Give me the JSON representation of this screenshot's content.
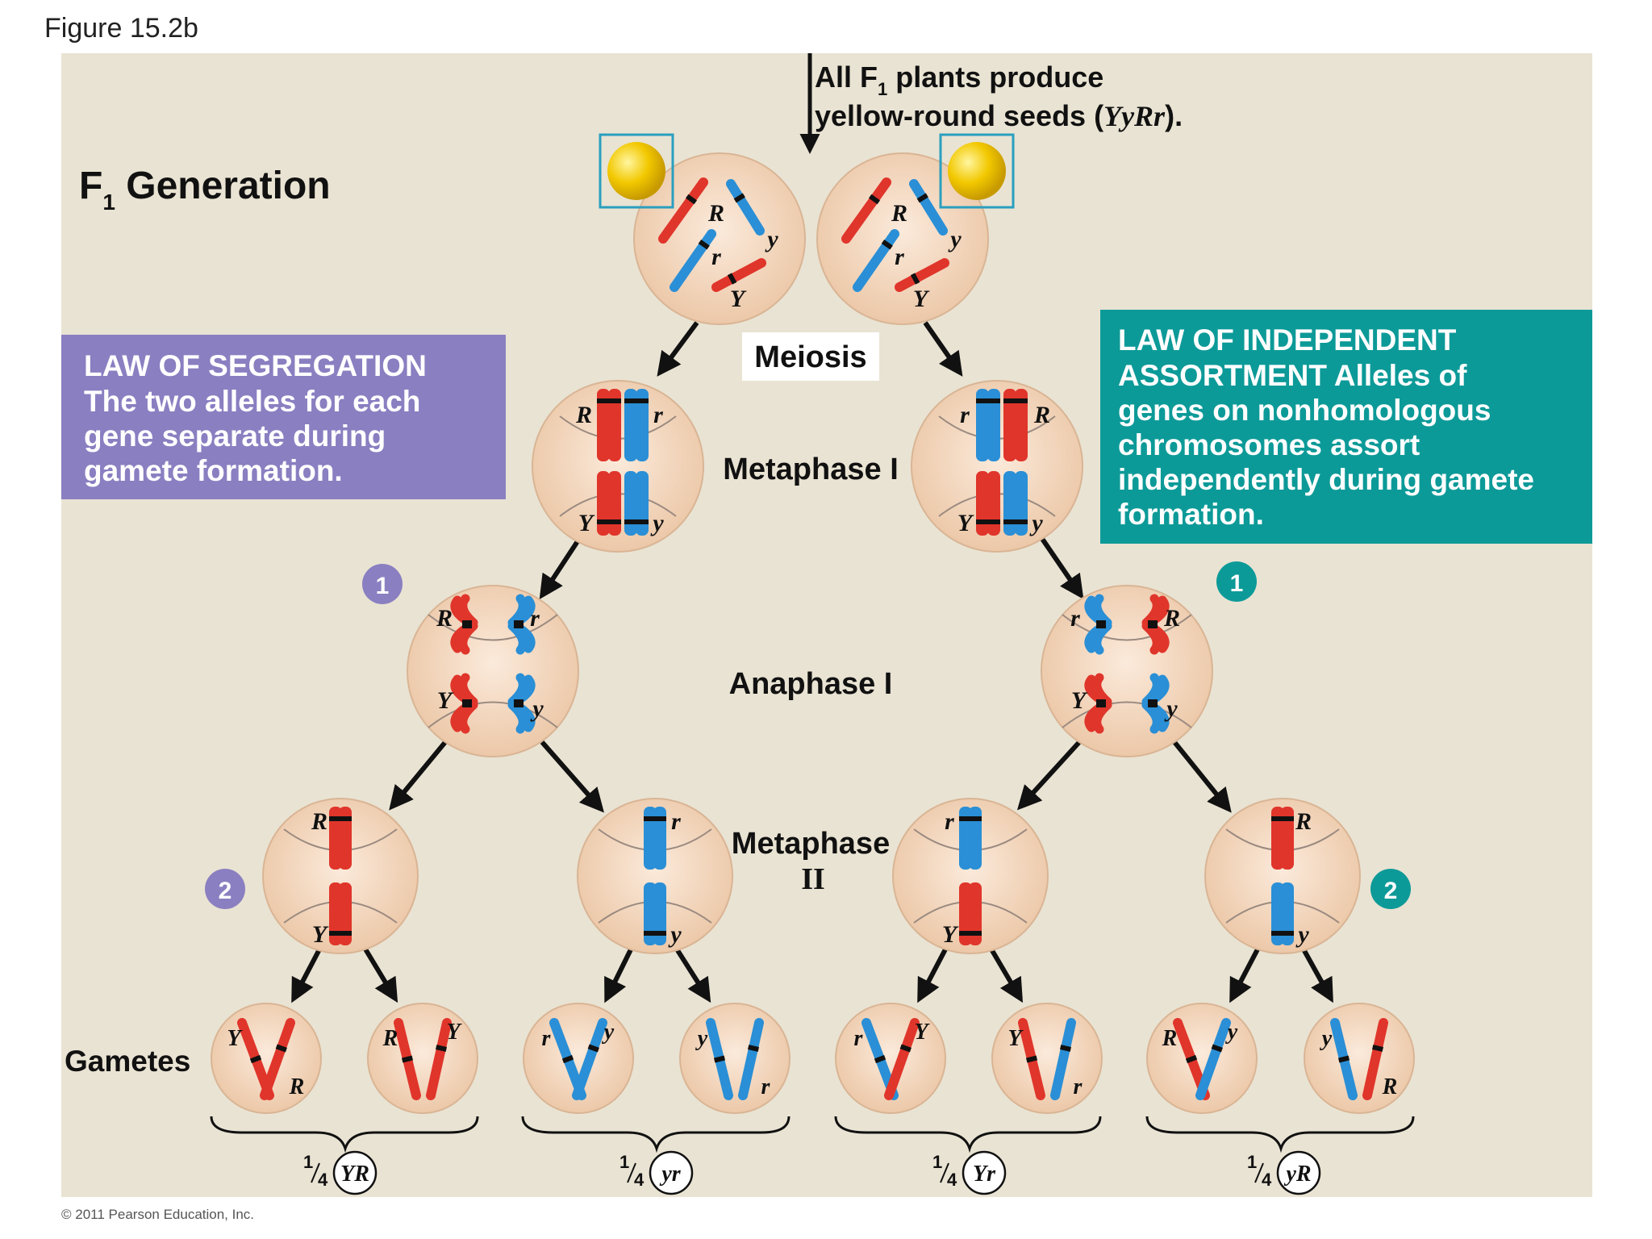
{
  "figure_label": "Figure 15.2b",
  "generation_title": "F",
  "generation_sub": "1",
  "generation_rest": " Generation",
  "top_note_line1_a": "All F",
  "top_note_line1_sub": "1",
  "top_note_line1_b": " plants produce",
  "top_note_line2_a": "yellow-round seeds (",
  "top_note_line2_geno": "YyRr",
  "top_note_line2_b": ").",
  "stages": {
    "meiosis": "Meiosis",
    "metaphase1": "Metaphase I",
    "anaphase1": "Anaphase I",
    "metaphase2_line1": "Metaphase",
    "metaphase2_line2": "II",
    "gametes": "Gametes"
  },
  "law_segregation": {
    "title": "LAW OF SEGREGATION",
    "lines": [
      "The two alleles for each",
      "gene separate during",
      "gamete formation."
    ],
    "color": "#8a7fc1"
  },
  "law_independent": {
    "title_line1": "LAW OF INDEPENDENT",
    "title_line2": "ASSORTMENT",
    "line2_rest": " Alleles of",
    "lines": [
      "genes on nonhomologous",
      "chromosomes  assort",
      "independently during gamete",
      "formation."
    ],
    "color": "#0c9a98"
  },
  "step_badges": [
    "1",
    "1",
    "2",
    "2"
  ],
  "alleles": {
    "R": "R",
    "r": "r",
    "Y": "Y",
    "y": "y"
  },
  "fractions": [
    {
      "num": "1",
      "den": "4",
      "genotype": "YR"
    },
    {
      "num": "1",
      "den": "4",
      "genotype": "yr"
    },
    {
      "num": "1",
      "den": "4",
      "genotype": "Yr"
    },
    {
      "num": "1",
      "den": "4",
      "genotype": "yR"
    }
  ],
  "colors": {
    "red_chromosome": "#e0352b",
    "blue_chromosome": "#2a8fd6",
    "cell_fill": "#f6dcc4",
    "seed": "#f2c500",
    "background": "#e9e3d3"
  },
  "copyright": "© 2011 Pearson Education, Inc."
}
